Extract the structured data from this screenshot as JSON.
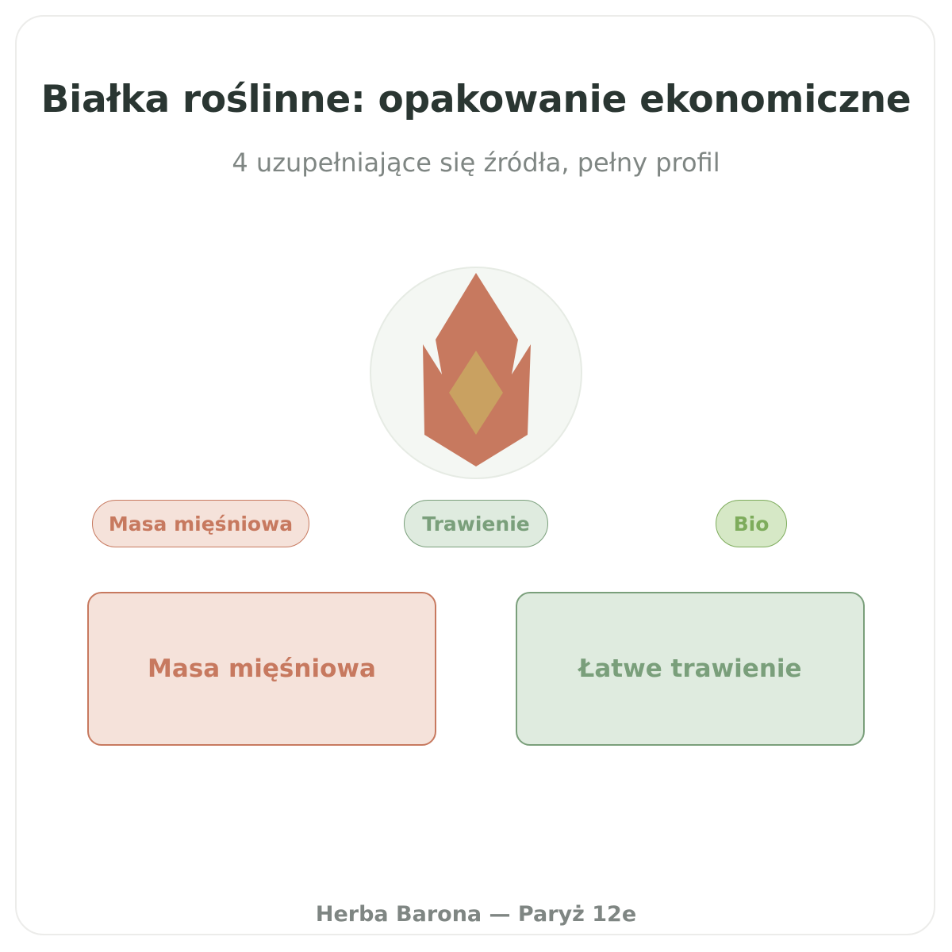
{
  "header": {
    "title": "Białka roślinne: opakowanie ekonomiczne",
    "subtitle": "4 uzupełniające się źródła, pełny profil"
  },
  "emblem": {
    "icon": "flame-leaf-icon",
    "colors": {
      "circle_fill": "#f4f7f3",
      "circle_stroke": "#e6ebe4",
      "flame": "#c7795f",
      "core": "#c9a161"
    }
  },
  "tags": [
    {
      "label": "Masa mięśniowa",
      "color": "#c7795f"
    },
    {
      "label": "Trawienie",
      "color": "#7a9f7b"
    },
    {
      "label": "Bio",
      "color": "#7eac5c"
    }
  ],
  "benefits": [
    {
      "label": "Masa mięśniowa",
      "color": "#c7795f"
    },
    {
      "label": "Łatwe trawienie",
      "color": "#7a9f7b"
    }
  ],
  "footer": {
    "text": "Herba Barona — Paryż 12e"
  }
}
